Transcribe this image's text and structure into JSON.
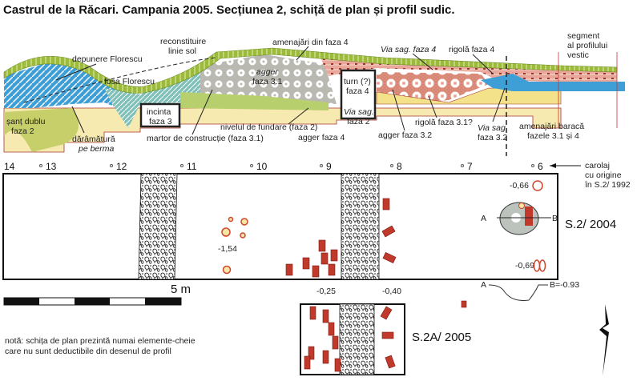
{
  "title": "Castrul de la Răcari. Campania 2005. Secțiunea 2, schiță de plan și profil sudic.",
  "profile_labels": {
    "reconstituire": [
      "reconstituire",
      "linie sol"
    ],
    "depunere_florescu": "depunere Florescu",
    "fosa_florescu": "fosa Florescu",
    "sant_dublu": [
      "șanț dublu",
      "faza 2"
    ],
    "daramatura": [
      "dărâmătură",
      "pe berma"
    ],
    "incinta": [
      "incinta",
      "faza 3"
    ],
    "martor": "martor de construcție (faza 3.1)",
    "nivelul": "nivelul de fundare (faza 2)",
    "agger_f4": "agger faza 4",
    "agger_31": [
      "agger",
      "faza 3.1"
    ],
    "amenajari_f4": "amenajări din faza 4",
    "turn": [
      "turn (?)",
      "faza 4"
    ],
    "via_sag_f2": [
      "Via sag.",
      "faza 2"
    ],
    "agger_32": "agger faza 3.2",
    "via_sag_f4": "Via sag. faza 4",
    "rigola_f4": "rigolă faza 4",
    "rigola_31": "rigolă faza 3.1?",
    "via_sag_32": [
      "Via sag.",
      "faza 3.2"
    ],
    "amenajari_baraca": [
      "amenajări baracă",
      "fazele 3.1 și 4"
    ],
    "segment": [
      "segment",
      "al profilului",
      "vestic"
    ]
  },
  "grid": {
    "numbers": [
      "14",
      "13",
      "12",
      "11",
      "10",
      "9",
      "8",
      "7",
      "6"
    ],
    "carolaj": [
      "carolaj",
      "cu origine",
      "în S.2/ 1992"
    ]
  },
  "plan": {
    "section_main": "S.2/ 2004",
    "section_2a": "S.2A/ 2005",
    "depths": {
      "d154": "-1,54",
      "d066": "-0,66",
      "d069": "-0,69",
      "d025": "-0,25",
      "d040": "-0,40"
    },
    "profile_ab": {
      "a": "A",
      "b": "B",
      "b_depth": "B=-0.93"
    },
    "scale": "5 m",
    "note": [
      "notă: schița de plan prezintă numai elemente-cheie",
      "care nu sunt deductibile din desenul de profil"
    ]
  },
  "colors": {
    "green": "#9dbb3a",
    "blue": "#3e9fd6",
    "yellow": "#f6eab0",
    "gray": "#bdbdb5",
    "pink": "#e8a79a",
    "brick": "#c0392b"
  }
}
